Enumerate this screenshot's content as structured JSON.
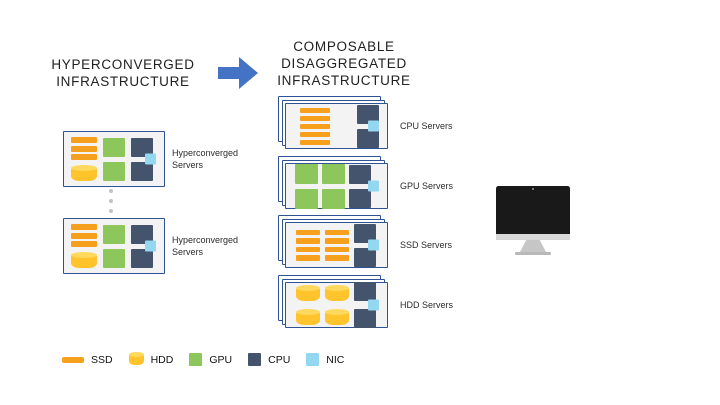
{
  "colors": {
    "ssd": "#F6A01E",
    "hdd": "#FFC32B",
    "hdd_top": "#FFD95E",
    "gpu": "#8DC75B",
    "cpu": "#44546C",
    "nic": "#93D7F1",
    "box_border": "#2E5395",
    "box_bg": "#F3F3F3",
    "arrow": "#4472C4",
    "title_text": "#212121",
    "label_text": "#2B2B2B",
    "dots": "#C2C2C2",
    "monitor_screen": "#191919",
    "monitor_chin": "#D8D8D8",
    "monitor_stand": "#C6C6C6"
  },
  "left_section": {
    "title_lines": [
      "HYPERCONVERGED",
      "INFRASTRUCTURE"
    ],
    "servers": [
      {
        "type": "hyperconverged",
        "label_lines": [
          "Hyperconverged",
          "Servers"
        ]
      },
      {
        "type": "hyperconverged",
        "label_lines": [
          "Hyperconverged",
          "Servers"
        ]
      }
    ]
  },
  "right_section": {
    "title_lines": [
      "COMPOSABLE",
      "DISAGGREGATED",
      "INFRASTRUCTURE"
    ],
    "stacks": [
      {
        "type": "cpu_server",
        "label": "CPU Servers"
      },
      {
        "type": "gpu_server",
        "label": "GPU Servers"
      },
      {
        "type": "ssd_server",
        "label": "SSD Servers"
      },
      {
        "type": "hdd_server",
        "label": "HDD Servers"
      }
    ]
  },
  "server_box_specs": {
    "hyperconverged": {
      "columns": [
        [
          "ssd_bar:3",
          "hdd"
        ],
        [
          "gpu",
          "gpu"
        ],
        [
          "cpu",
          "cpu"
        ]
      ],
      "nic": true
    },
    "cpu_server": {
      "columns": [
        [
          "ssd_bar:5"
        ],
        [
          "cpu",
          "cpu"
        ]
      ],
      "nic": true
    },
    "gpu_server": {
      "columns": [
        [
          "gpu",
          "gpu"
        ],
        [
          "gpu",
          "gpu"
        ],
        [
          "cpu",
          "cpu"
        ]
      ],
      "nic": true
    },
    "ssd_server": {
      "columns": [
        [
          "ssd_bar:4"
        ],
        [
          "ssd_bar:4"
        ],
        [
          "cpu",
          "cpu"
        ]
      ],
      "nic": true
    },
    "hdd_server": {
      "columns": [
        [
          "hdd",
          "hdd"
        ],
        [
          "hdd",
          "hdd"
        ],
        [
          "cpu",
          "cpu"
        ]
      ],
      "nic": true
    }
  },
  "legend": {
    "items": [
      {
        "key": "ssd",
        "label": "SSD"
      },
      {
        "key": "hdd",
        "label": "HDD"
      },
      {
        "key": "gpu",
        "label": "GPU"
      },
      {
        "key": "cpu",
        "label": "CPU"
      },
      {
        "key": "nic",
        "label": "NIC"
      }
    ]
  }
}
